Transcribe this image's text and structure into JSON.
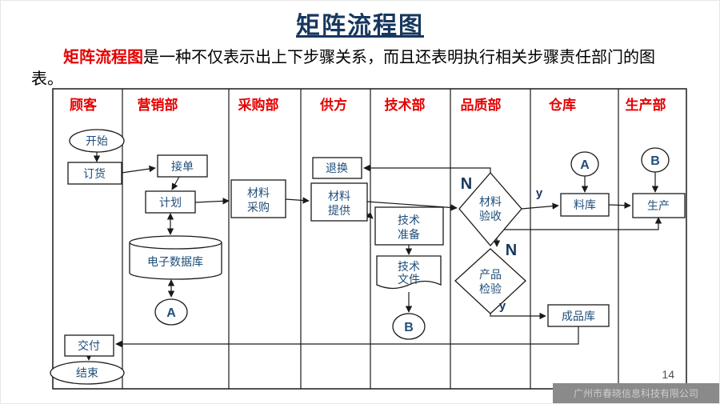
{
  "slide": {
    "title": "矩阵流程图",
    "page_number": "14",
    "watermark": "广州市春晓信息科技有限公司"
  },
  "intro": {
    "lead": "矩阵流程图",
    "body": "是一种不仅表示出上下步骤关系，而且还表明执行相关步骤责任部门的图表。"
  },
  "lanes": [
    "顾客",
    "营销部",
    "采购部",
    "供方",
    "技术部",
    "品质部",
    "仓库",
    "生产部"
  ],
  "nodes": {
    "start": "开始",
    "order": "订货",
    "receive_order": "接单",
    "plan": "计划",
    "material_purchase": [
      "材料",
      "采购"
    ],
    "return_exchange": "退换",
    "material_supply": [
      "材料",
      "提供"
    ],
    "e_database": "电子数据库",
    "connector_a": "A",
    "tech_prep": [
      "技术",
      "准备"
    ],
    "tech_doc": [
      "技术",
      "文件"
    ],
    "connector_b": "B",
    "material_inspect": [
      "材料",
      "验收"
    ],
    "product_inspect": [
      "产品",
      "检验"
    ],
    "material_store": "料库",
    "finished_store": "成品库",
    "production": "生产",
    "delivery": "交付",
    "end": "结束"
  },
  "branch_labels": {
    "n": "N",
    "y": "y"
  },
  "colors": {
    "title": "#17375e",
    "lane_header": "#e60000",
    "highlight": "#e60000",
    "node_text": "#1f4e79",
    "line": "#1a1a1a",
    "watermark_bg": "#8a8a8a",
    "watermark_text": "#cdcdcd"
  }
}
